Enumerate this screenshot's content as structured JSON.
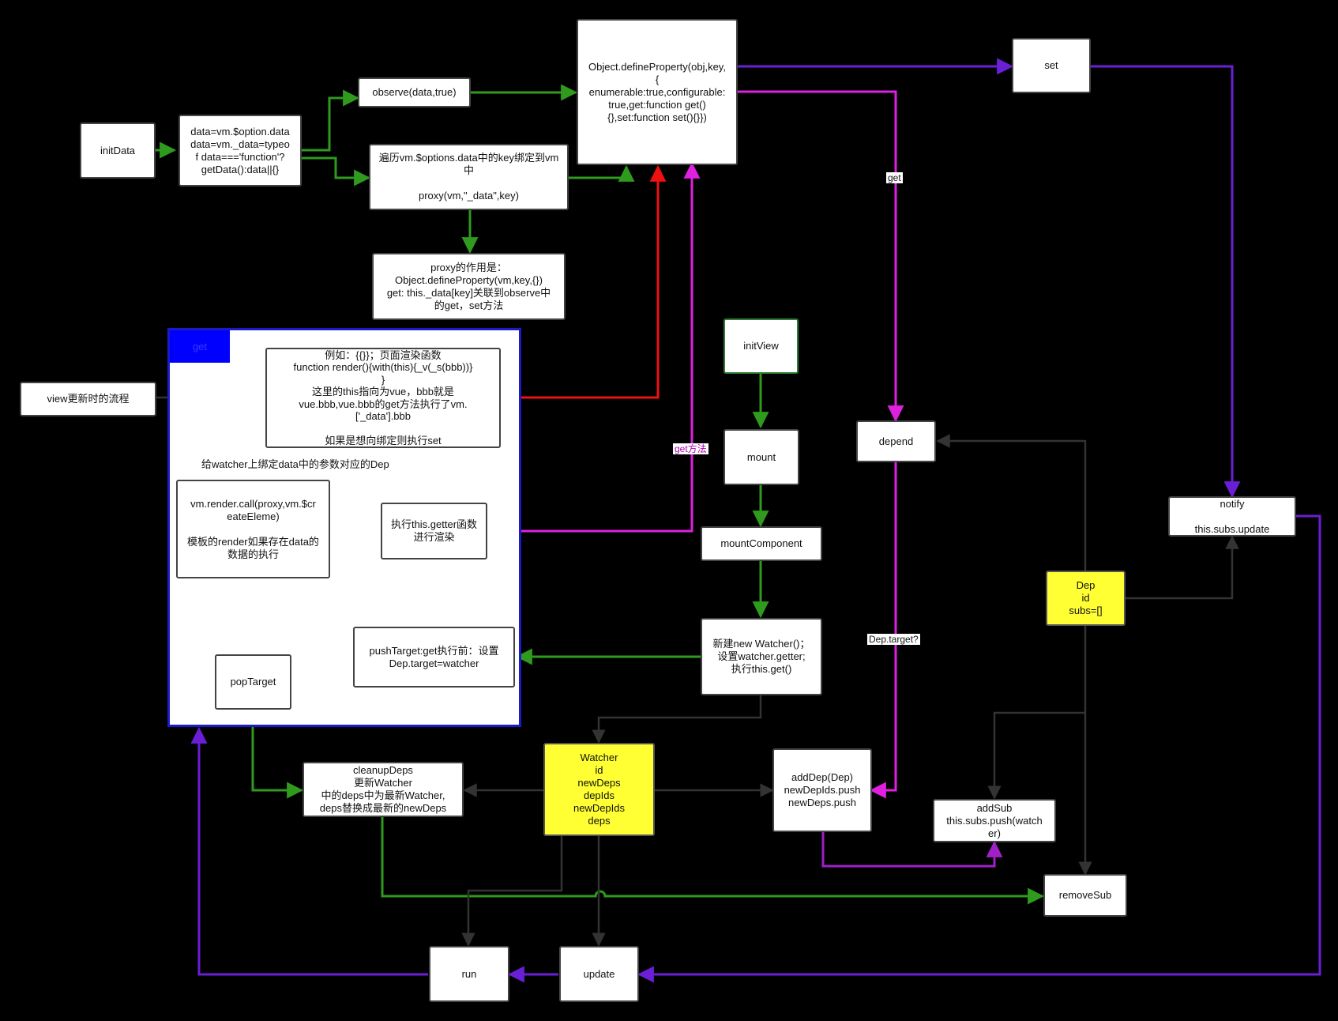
{
  "colors": {
    "green": "#2f9a1e",
    "dark": "#333333",
    "magenta": "#e020e0",
    "purple": "#6a1fd6",
    "red": "#ee1111",
    "dep_yellow": "#ffff33",
    "group_blue": "#0000ff"
  },
  "nodes": {
    "initData": "initData",
    "dataAssign": "data=vm.$option.data\ndata=vm._data=typeo\nf data==='function'?\ngetData():data||{}",
    "observe": "observe(data,true)",
    "traverse": "遍历vm.$options.data中的key绑定到vm\n中\n\nproxy(vm,\"_data\",key)",
    "proxyDesc": "proxy的作用是：\nObject.defineProperty(vm,key,{})\nget: this._data[key]关联到observe中\n的get，set方法",
    "defineProperty": "Object.defineProperty(obj,key,\n{\nenumerable:true,configurable:\ntrue,get:function get()\n{},set:function set(){}})",
    "set": "set",
    "viewUpdate": "view更新时的流程",
    "renderExample": "例如：{{}}；页面渲染函数\nfunction render(){with(this){_v(_s(bbb))}\n}\n这里的this指向为vue，bbb就是\nvue.bbb,vue.bbb的get方法执行了vm.\n['_data'].bbb\n\n如果是想向绑定则执行set",
    "renderCall": "vm.render.call(proxy,vm.$cr\neateEleme)\n\n模板的render如果存在data的\n数据的执行",
    "execGetter": "执行this.getter函数\n进行渲染",
    "pushTarget": "pushTarget:get执行前：设置\nDep.target=watcher",
    "popTarget": "popTarget",
    "initView": "initView",
    "mount": "mount",
    "mountComponent": "mountComponent",
    "newWatcher": "新建new Watcher()；\n设置watcher.getter;\n执行this.get()",
    "depend": "depend",
    "notify": "notify\n\nthis.subs.update",
    "dep": "Dep\nid\nsubs=[]",
    "watcher": "Watcher\nid\nnewDeps\ndepIds\nnewDepIds\ndeps",
    "cleanupDeps": "cleanupDeps\n更新Watcher\n中的deps中为最新Watcher,\ndeps替换成最新的newDeps",
    "addDep": "addDep(Dep)\nnewDepIds.push\nnewDeps.push",
    "addSub": "addSub\nthis.subs.push(watch\ner)",
    "removeSub": "removeSub",
    "run": "run",
    "update": "update"
  },
  "group": {
    "tag": "get"
  },
  "edge_labels": {
    "get": "get",
    "getMethod": "get方法",
    "depTarget": "Dep.target?",
    "bindDep": "给watcher上绑定data中的参数对应的Dep"
  }
}
